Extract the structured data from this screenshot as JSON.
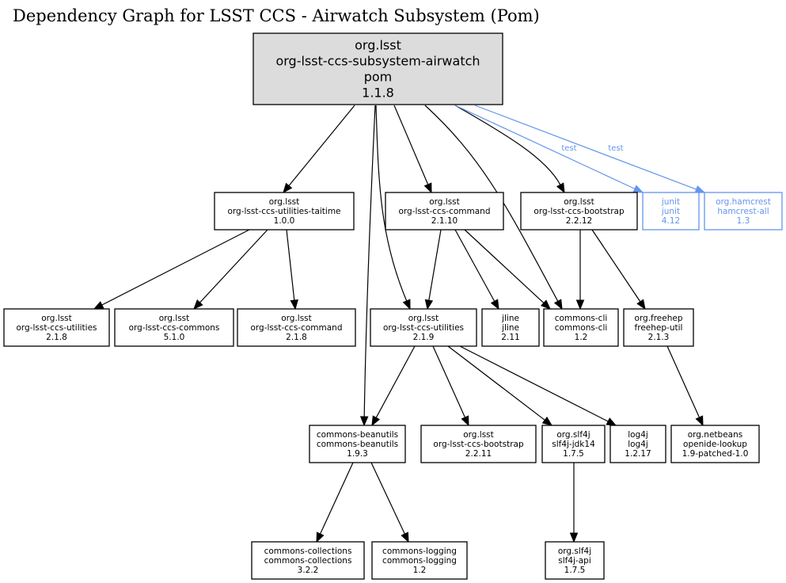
{
  "title": "Dependency Graph for LSST CCS - Airwatch Subsystem (Pom)",
  "colors": {
    "test_scope": "#6495ed",
    "root_fill": "#dcdcdc",
    "default_stroke": "#000000"
  },
  "nodes": [
    {
      "id": "root",
      "lines": [
        "org.lsst",
        "org-lsst-ccs-subsystem-airwatch",
        "pom",
        "1.1.8"
      ],
      "kind": "root"
    },
    {
      "id": "taitime",
      "lines": [
        "org.lsst",
        "org-lsst-ccs-utilities-taitime",
        "1.0.0"
      ],
      "kind": "normal"
    },
    {
      "id": "command210",
      "lines": [
        "org.lsst",
        "org-lsst-ccs-command",
        "2.1.10"
      ],
      "kind": "normal"
    },
    {
      "id": "bootstrap2212",
      "lines": [
        "org.lsst",
        "org-lsst-ccs-bootstrap",
        "2.2.12"
      ],
      "kind": "normal"
    },
    {
      "id": "junit",
      "lines": [
        "junit",
        "junit",
        "4.12"
      ],
      "kind": "test"
    },
    {
      "id": "hamcrest",
      "lines": [
        "org.hamcrest",
        "hamcrest-all",
        "1.3"
      ],
      "kind": "test"
    },
    {
      "id": "utilities218",
      "lines": [
        "org.lsst",
        "org-lsst-ccs-utilities",
        "2.1.8"
      ],
      "kind": "normal"
    },
    {
      "id": "commons510",
      "lines": [
        "org.lsst",
        "org-lsst-ccs-commons",
        "5.1.0"
      ],
      "kind": "normal"
    },
    {
      "id": "command218",
      "lines": [
        "org.lsst",
        "org-lsst-ccs-command",
        "2.1.8"
      ],
      "kind": "normal"
    },
    {
      "id": "utilities219",
      "lines": [
        "org.lsst",
        "org-lsst-ccs-utilities",
        "2.1.9"
      ],
      "kind": "normal"
    },
    {
      "id": "jline",
      "lines": [
        "jline",
        "jline",
        "2.11"
      ],
      "kind": "normal"
    },
    {
      "id": "commonscli",
      "lines": [
        "commons-cli",
        "commons-cli",
        "1.2"
      ],
      "kind": "normal"
    },
    {
      "id": "freehep",
      "lines": [
        "org.freehep",
        "freehep-util",
        "2.1.3"
      ],
      "kind": "normal"
    },
    {
      "id": "beanutils",
      "lines": [
        "commons-beanutils",
        "commons-beanutils",
        "1.9.3"
      ],
      "kind": "normal"
    },
    {
      "id": "bootstrap2211",
      "lines": [
        "org.lsst",
        "org-lsst-ccs-bootstrap",
        "2.2.11"
      ],
      "kind": "normal"
    },
    {
      "id": "slf4jjdk14",
      "lines": [
        "org.slf4j",
        "slf4j-jdk14",
        "1.7.5"
      ],
      "kind": "normal"
    },
    {
      "id": "log4j",
      "lines": [
        "log4j",
        "log4j",
        "1.2.17"
      ],
      "kind": "normal"
    },
    {
      "id": "openide",
      "lines": [
        "org.netbeans",
        "openide-lookup",
        "1.9-patched-1.0"
      ],
      "kind": "normal"
    },
    {
      "id": "collections",
      "lines": [
        "commons-collections",
        "commons-collections",
        "3.2.2"
      ],
      "kind": "normal"
    },
    {
      "id": "logging",
      "lines": [
        "commons-logging",
        "commons-logging",
        "1.2"
      ],
      "kind": "normal"
    },
    {
      "id": "slf4japi",
      "lines": [
        "org.slf4j",
        "slf4j-api",
        "1.7.5"
      ],
      "kind": "normal"
    }
  ],
  "edges": [
    {
      "from": "root",
      "to": "taitime",
      "label": ""
    },
    {
      "from": "root",
      "to": "command210",
      "label": ""
    },
    {
      "from": "root",
      "to": "bootstrap2212",
      "label": ""
    },
    {
      "from": "root",
      "to": "junit",
      "label": "test",
      "scope": "test"
    },
    {
      "from": "root",
      "to": "hamcrest",
      "label": "test",
      "scope": "test"
    },
    {
      "from": "root",
      "to": "utilities219",
      "label": ""
    },
    {
      "from": "root",
      "to": "commonscli",
      "label": ""
    },
    {
      "from": "root",
      "to": "beanutils",
      "label": ""
    },
    {
      "from": "taitime",
      "to": "utilities218",
      "label": ""
    },
    {
      "from": "taitime",
      "to": "commons510",
      "label": ""
    },
    {
      "from": "taitime",
      "to": "command218",
      "label": ""
    },
    {
      "from": "command210",
      "to": "utilities219",
      "label": ""
    },
    {
      "from": "command210",
      "to": "jline",
      "label": ""
    },
    {
      "from": "command210",
      "to": "commonscli",
      "label": ""
    },
    {
      "from": "bootstrap2212",
      "to": "commonscli",
      "label": ""
    },
    {
      "from": "bootstrap2212",
      "to": "freehep",
      "label": ""
    },
    {
      "from": "utilities219",
      "to": "beanutils",
      "label": ""
    },
    {
      "from": "utilities219",
      "to": "bootstrap2211",
      "label": ""
    },
    {
      "from": "utilities219",
      "to": "slf4jjdk14",
      "label": ""
    },
    {
      "from": "utilities219",
      "to": "log4j",
      "label": ""
    },
    {
      "from": "freehep",
      "to": "openide",
      "label": ""
    },
    {
      "from": "beanutils",
      "to": "collections",
      "label": ""
    },
    {
      "from": "beanutils",
      "to": "logging",
      "label": ""
    },
    {
      "from": "slf4jjdk14",
      "to": "slf4japi",
      "label": ""
    }
  ]
}
